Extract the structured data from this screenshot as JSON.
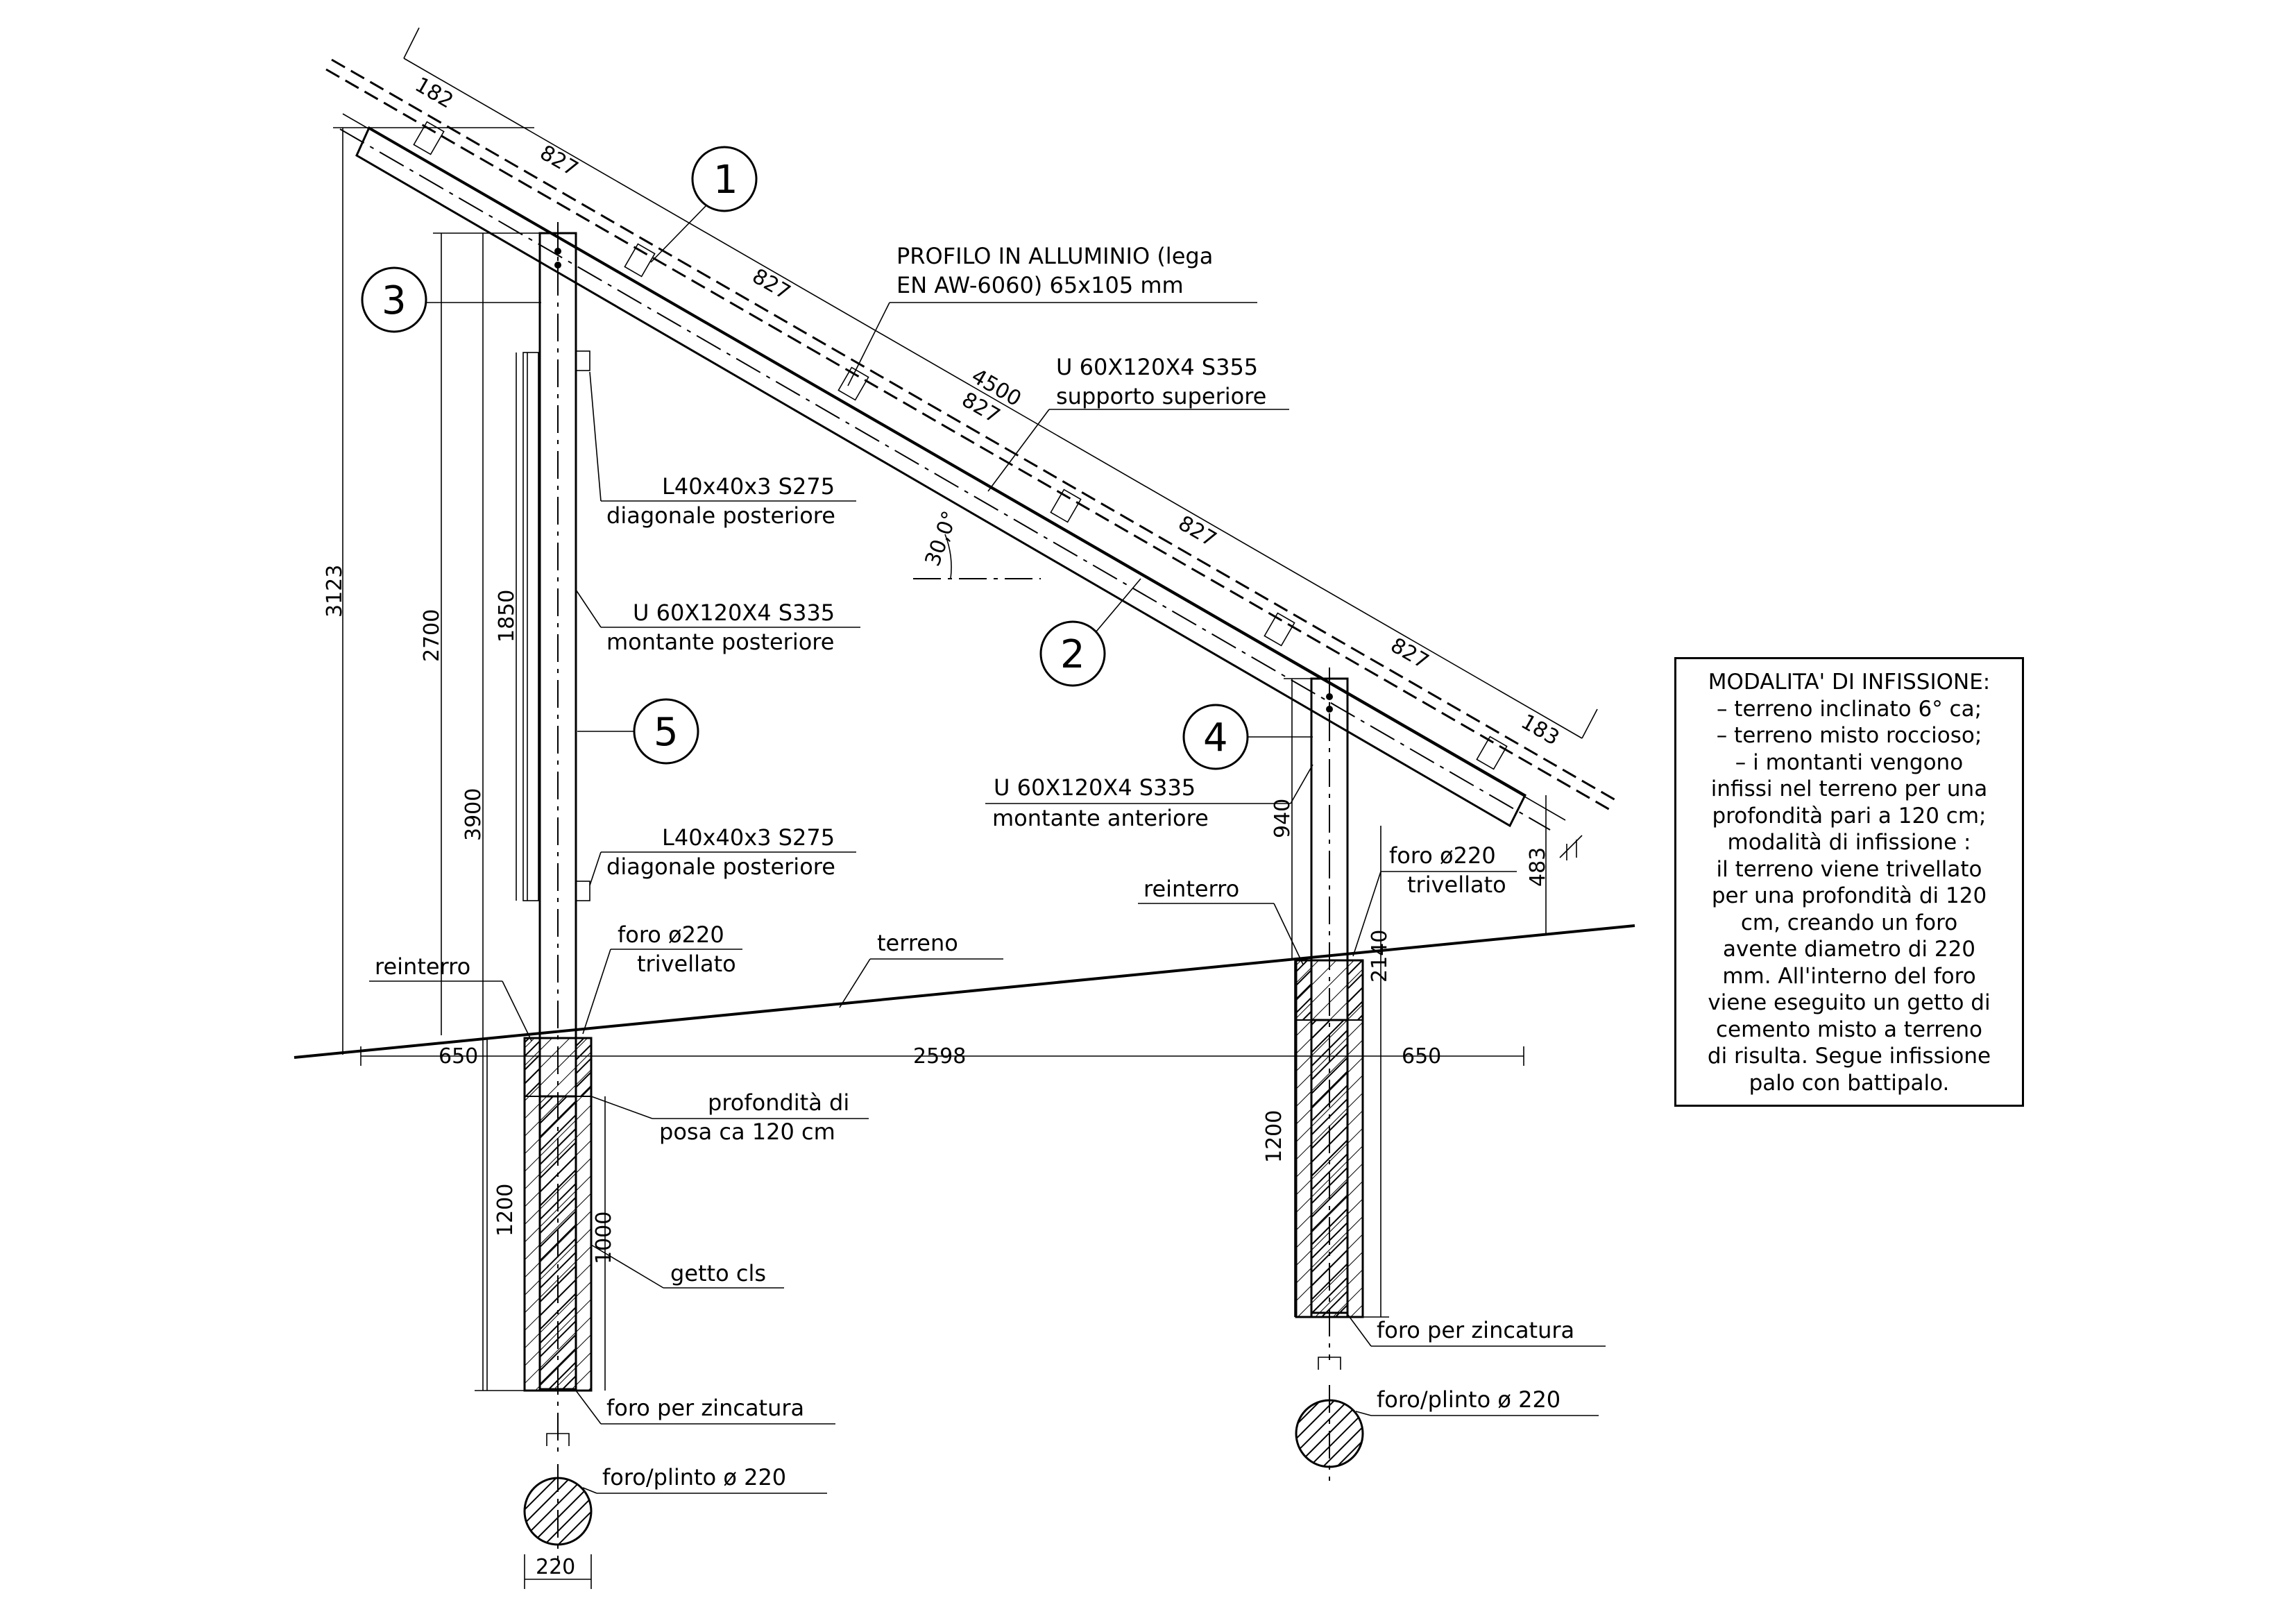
{
  "labels": {
    "profile_line1": "PROFILO IN ALLUMINIO (lega",
    "profile_line2": "EN AW-6060) 65x105 mm",
    "upper_support_line1": "U 60X120X4 S355",
    "upper_support_line2": "supporto superiore",
    "diag_top_line1": "L40x40x3 S275",
    "diag_top_line2": "diagonale posteriore",
    "rear_post_line1": "U 60X120X4 S335",
    "rear_post_line2": "montante posteriore",
    "diag_bottom_line1": "L40x40x3 S275",
    "diag_bottom_line2": "diagonale posteriore",
    "front_post_line1": "U 60X120X4 S335",
    "front_post_line2": "montante anteriore",
    "hole_left_line1": "foro ø220",
    "hole_left_line2": "trivellato",
    "hole_right_line1": "foro ø220",
    "hole_right_line2": "trivellato",
    "backfill_left": "reinterro",
    "backfill_right": "reinterro",
    "ground": "terreno",
    "depth_line1": "profondità di",
    "depth_line2": "posa ca 120 cm",
    "concrete": "getto cls",
    "galv_hole_left": "foro per zincatura",
    "galv_hole_right": "foro per zincatura",
    "plinth_left": "foro/plinto ø 220",
    "plinth_right": "foro/plinto ø 220",
    "angle": "30,0°"
  },
  "markers": [
    "1",
    "2",
    "3",
    "4",
    "5"
  ],
  "dimensions": {
    "d182": "182",
    "d827a": "827",
    "d827b": "827",
    "d827c": "827",
    "d827d": "827",
    "d827e": "827",
    "d4500": "4500",
    "d183": "183",
    "d3123": "3123",
    "d2700": "2700",
    "d1850": "1850",
    "d3900": "3900",
    "d940": "940",
    "d483": "483",
    "d2140": "2140",
    "d650a": "650",
    "d2598": "2598",
    "d650b": "650",
    "d1200a": "1200",
    "d1000": "1000",
    "d1200b": "1200",
    "d220": "220"
  },
  "info_box": {
    "lines": [
      "MODALITA' DI INFISSIONE:",
      "– terreno inclinato 6° ca;",
      "– terreno misto roccioso;",
      "– i montanti vengono",
      "infissi nel terreno per una",
      "profondità pari a 120 cm;",
      "modalità di infissione :",
      "il terreno viene trivellato",
      "per una profondità di 120",
      "cm, creando un foro",
      "avente diametro di 220",
      "mm. All'interno del foro",
      "viene eseguito un getto di",
      "cemento misto a terreno",
      "di risulta. Segue infissione",
      "palo con battipalo."
    ]
  }
}
